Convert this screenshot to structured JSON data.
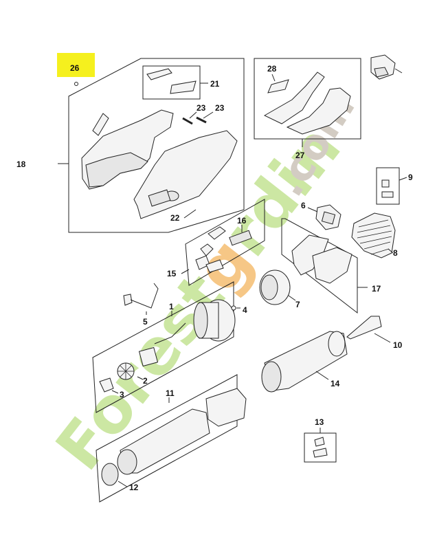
{
  "diagram": {
    "highlight_color": "#f5f01e",
    "watermark": {
      "text_green": "Forest",
      "text_orange": "g",
      "text_green2": "rdin",
      "text_gray": ".com",
      "color_green": "#c7e59a",
      "color_orange": "#f6c27a",
      "color_gray": "#cfc7bd"
    },
    "labels": {
      "p1": "1",
      "p2": "2",
      "p3": "3",
      "p4": "4",
      "p5": "5",
      "p6": "6",
      "p7": "7",
      "p8": "8",
      "p9": "9",
      "p10": "10",
      "p11": "11",
      "p12": "12",
      "p13": "13",
      "p14": "14",
      "p15": "15",
      "p16": "16",
      "p17": "17",
      "p18": "18",
      "p21": "21",
      "p22": "22",
      "p23a": "23",
      "p23b": "23",
      "p26": "26",
      "p27": "27",
      "p28": "28"
    }
  }
}
